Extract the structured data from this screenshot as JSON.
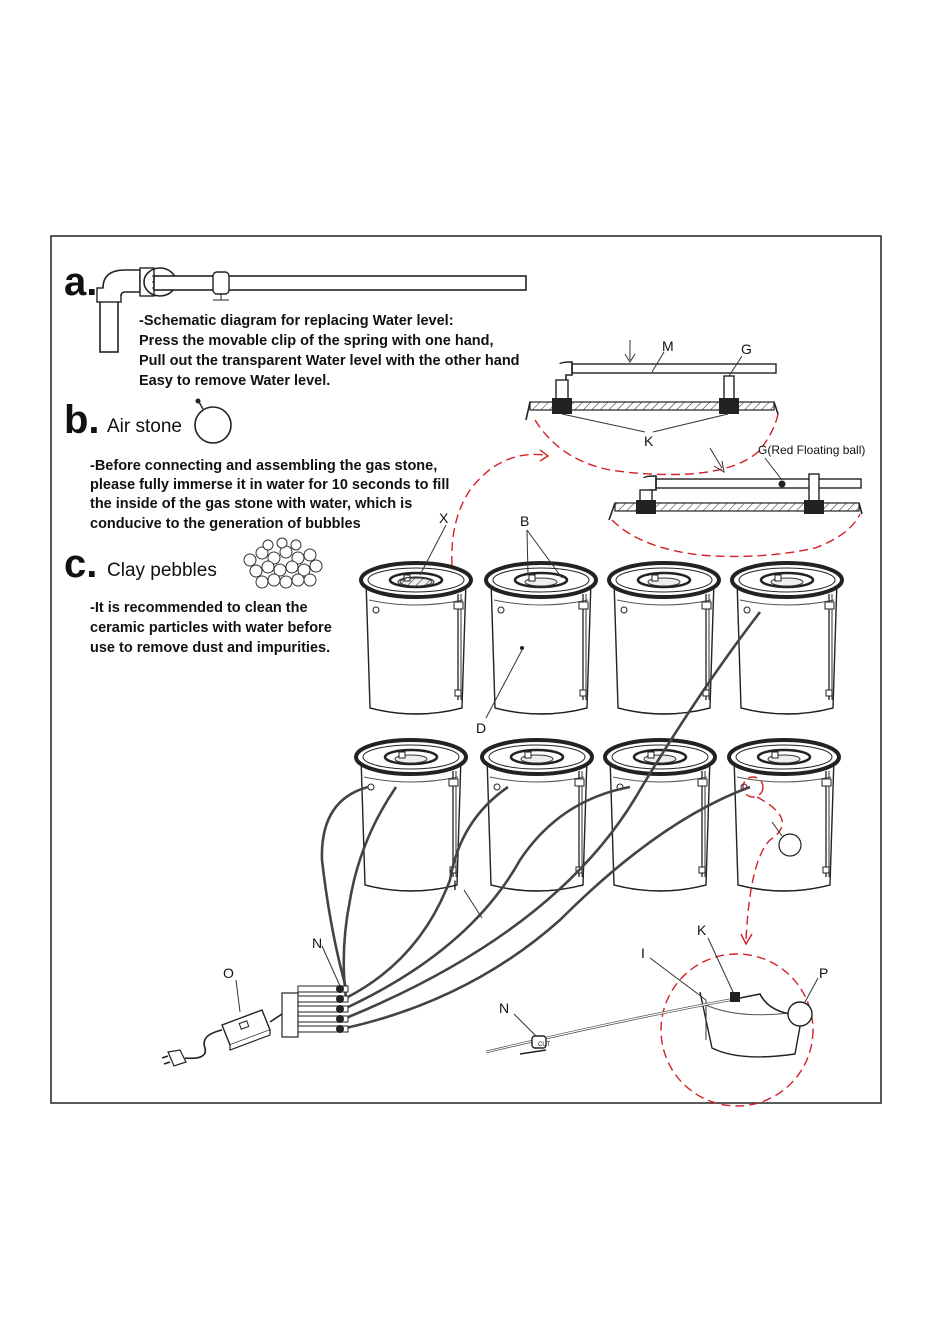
{
  "sections": {
    "a": {
      "marker": "a.",
      "lines": [
        "-Schematic diagram for replacing  Water level:",
        "Press the movable clip of the spring with one hand,",
        "Pull out the transparent Water level with the other hand",
        "Easy to remove Water level."
      ]
    },
    "b": {
      "marker": "b.",
      "title": "Air stone",
      "lines": [
        "-Before connecting and assembling the gas stone,",
        "please fully immerse it in water for 10 seconds to fill",
        "the inside of the gas stone with water, which is",
        "conducive to the generation of bubbles"
      ]
    },
    "c": {
      "marker": "c.",
      "title": "Clay pebbles",
      "lines": [
        "-It is recommended to clean the",
        "ceramic particles with water before",
        "use to remove dust and impurities."
      ]
    }
  },
  "labels": {
    "M": "M",
    "G": "G",
    "K_top": "K",
    "G_red": "G(Red Floating ball)",
    "X": "X",
    "B": "B",
    "D": "D",
    "I_mid": "I",
    "N_left": "N",
    "O": "O",
    "K_detail": "K",
    "I_detail": "I",
    "P": "P",
    "N_detail": "N",
    "cut_mark": "CUT"
  },
  "colors": {
    "line": "#222222",
    "highlight_dash": "#d41f26",
    "background": "#ffffff"
  }
}
